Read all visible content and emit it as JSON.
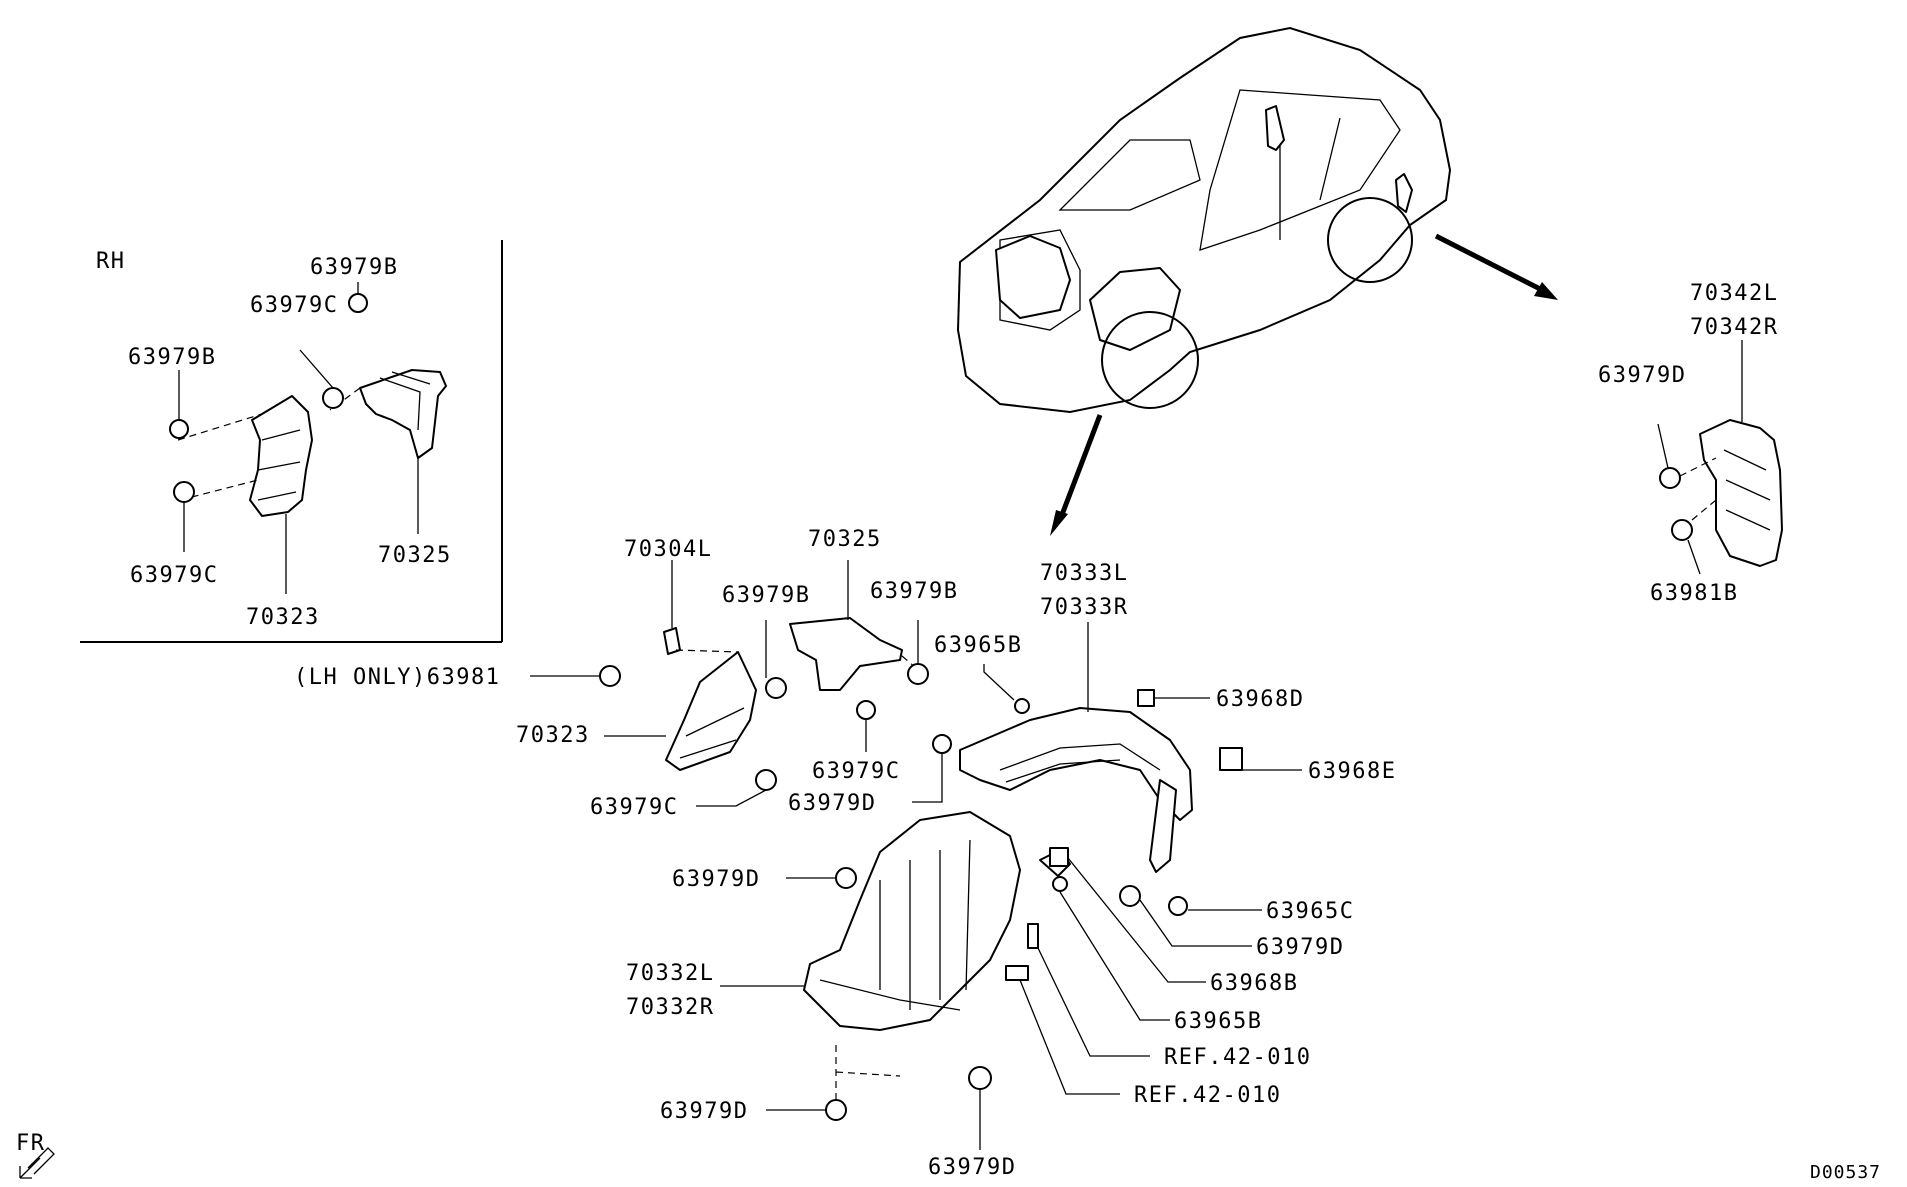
{
  "inset": {
    "side_label": "RH",
    "labels": {
      "clip_b_top": "63979B",
      "clip_c_top": "63979C",
      "clip_b_left": "63979B",
      "clip_c_left": "63979C",
      "part_70325": "70325",
      "part_70323": "70323"
    }
  },
  "front": {
    "labels": {
      "part_70304l": "70304L",
      "part_70325": "70325",
      "clip_b_a": "63979B",
      "clip_b_b": "63979B",
      "lh_only_screw": "(LH ONLY)63981",
      "part_70323": "70323",
      "clip_c_mid": "63979C",
      "clip_c_low": "63979C",
      "clip_d_mid": "63979D",
      "part_70333l": "70333L",
      "part_70333r": "70333R",
      "screw_b_top": "63965B",
      "nut_d": "63968D",
      "nut_e": "63968E",
      "clip_d_left": "63979D",
      "screw_c": "63965C",
      "clip_d_right": "63979D",
      "part_70332l": "70332L",
      "part_70332r": "70332R",
      "nut_b": "63968B",
      "screw_b_low": "63965B",
      "ref_1": "REF.42-010",
      "ref_2": "REF.42-010",
      "clip_d_bottom_left": "63979D",
      "clip_d_bottom": "63979D"
    }
  },
  "rear": {
    "labels": {
      "part_70342l": "70342L",
      "part_70342r": "70342R",
      "clip_d": "63979D",
      "screw_b": "63981B"
    }
  },
  "footer": {
    "direction": "FR",
    "diagram_code": "D00537"
  }
}
